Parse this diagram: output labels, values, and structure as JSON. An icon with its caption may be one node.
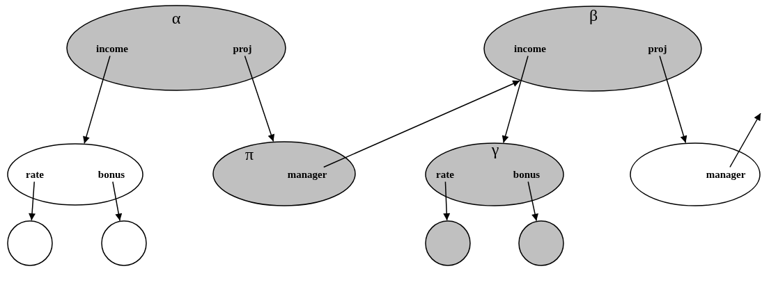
{
  "diagram": {
    "nodes": [
      {
        "text": [
          "α"
        ]
      },
      {
        "text": [
          "income"
        ],
        "in": 0
      },
      {
        "text": [
          "proj"
        ],
        "in": 0
      },
      {
        "text": [
          "β"
        ]
      },
      {
        "text": [
          "income"
        ],
        "in": 3
      },
      {
        "text": [
          "proj"
        ],
        "in": 3
      },
      {
        "text": [],
        "shape": "ellipse"
      },
      {
        "text": [
          "rate"
        ],
        "in": 6
      },
      {
        "text": [
          "bonus"
        ],
        "in": 6
      },
      {
        "text": [
          "π"
        ]
      },
      {
        "text": [
          "manager"
        ],
        "in": 9
      },
      {
        "text": [
          "γ"
        ]
      },
      {
        "text": [
          "rate"
        ],
        "in": 11
      },
      {
        "text": [
          "bonus"
        ],
        "in": 11
      },
      {
        "text": [],
        "shape": "ellipse"
      },
      {
        "text": [
          "manager"
        ],
        "in": 14
      },
      {
        "text": [],
        "shape": "circle"
      },
      {
        "text": [],
        "shape": "circle"
      },
      {
        "text": [],
        "shape": "circle"
      },
      {
        "text": [],
        "shape": "circle"
      }
    ],
    "edges": [
      {
        "from": 1,
        "to": 6,
        "arrow": "to"
      },
      {
        "from": 2,
        "to": 9,
        "arrow": "to"
      },
      {
        "from": 10,
        "to": 3,
        "arrow": "to"
      },
      {
        "from": 4,
        "to": 11,
        "arrow": "to"
      },
      {
        "from": 5,
        "to": 14,
        "arrow": "to"
      },
      {
        "from": 15,
        "to": null,
        "arrow": "to"
      },
      {
        "from": 7,
        "to": 16,
        "arrow": "to"
      },
      {
        "from": 8,
        "to": 17,
        "arrow": "to"
      },
      {
        "from": 12,
        "to": 18,
        "arrow": "to"
      },
      {
        "from": 13,
        "to": 19,
        "arrow": "to"
      }
    ]
  }
}
